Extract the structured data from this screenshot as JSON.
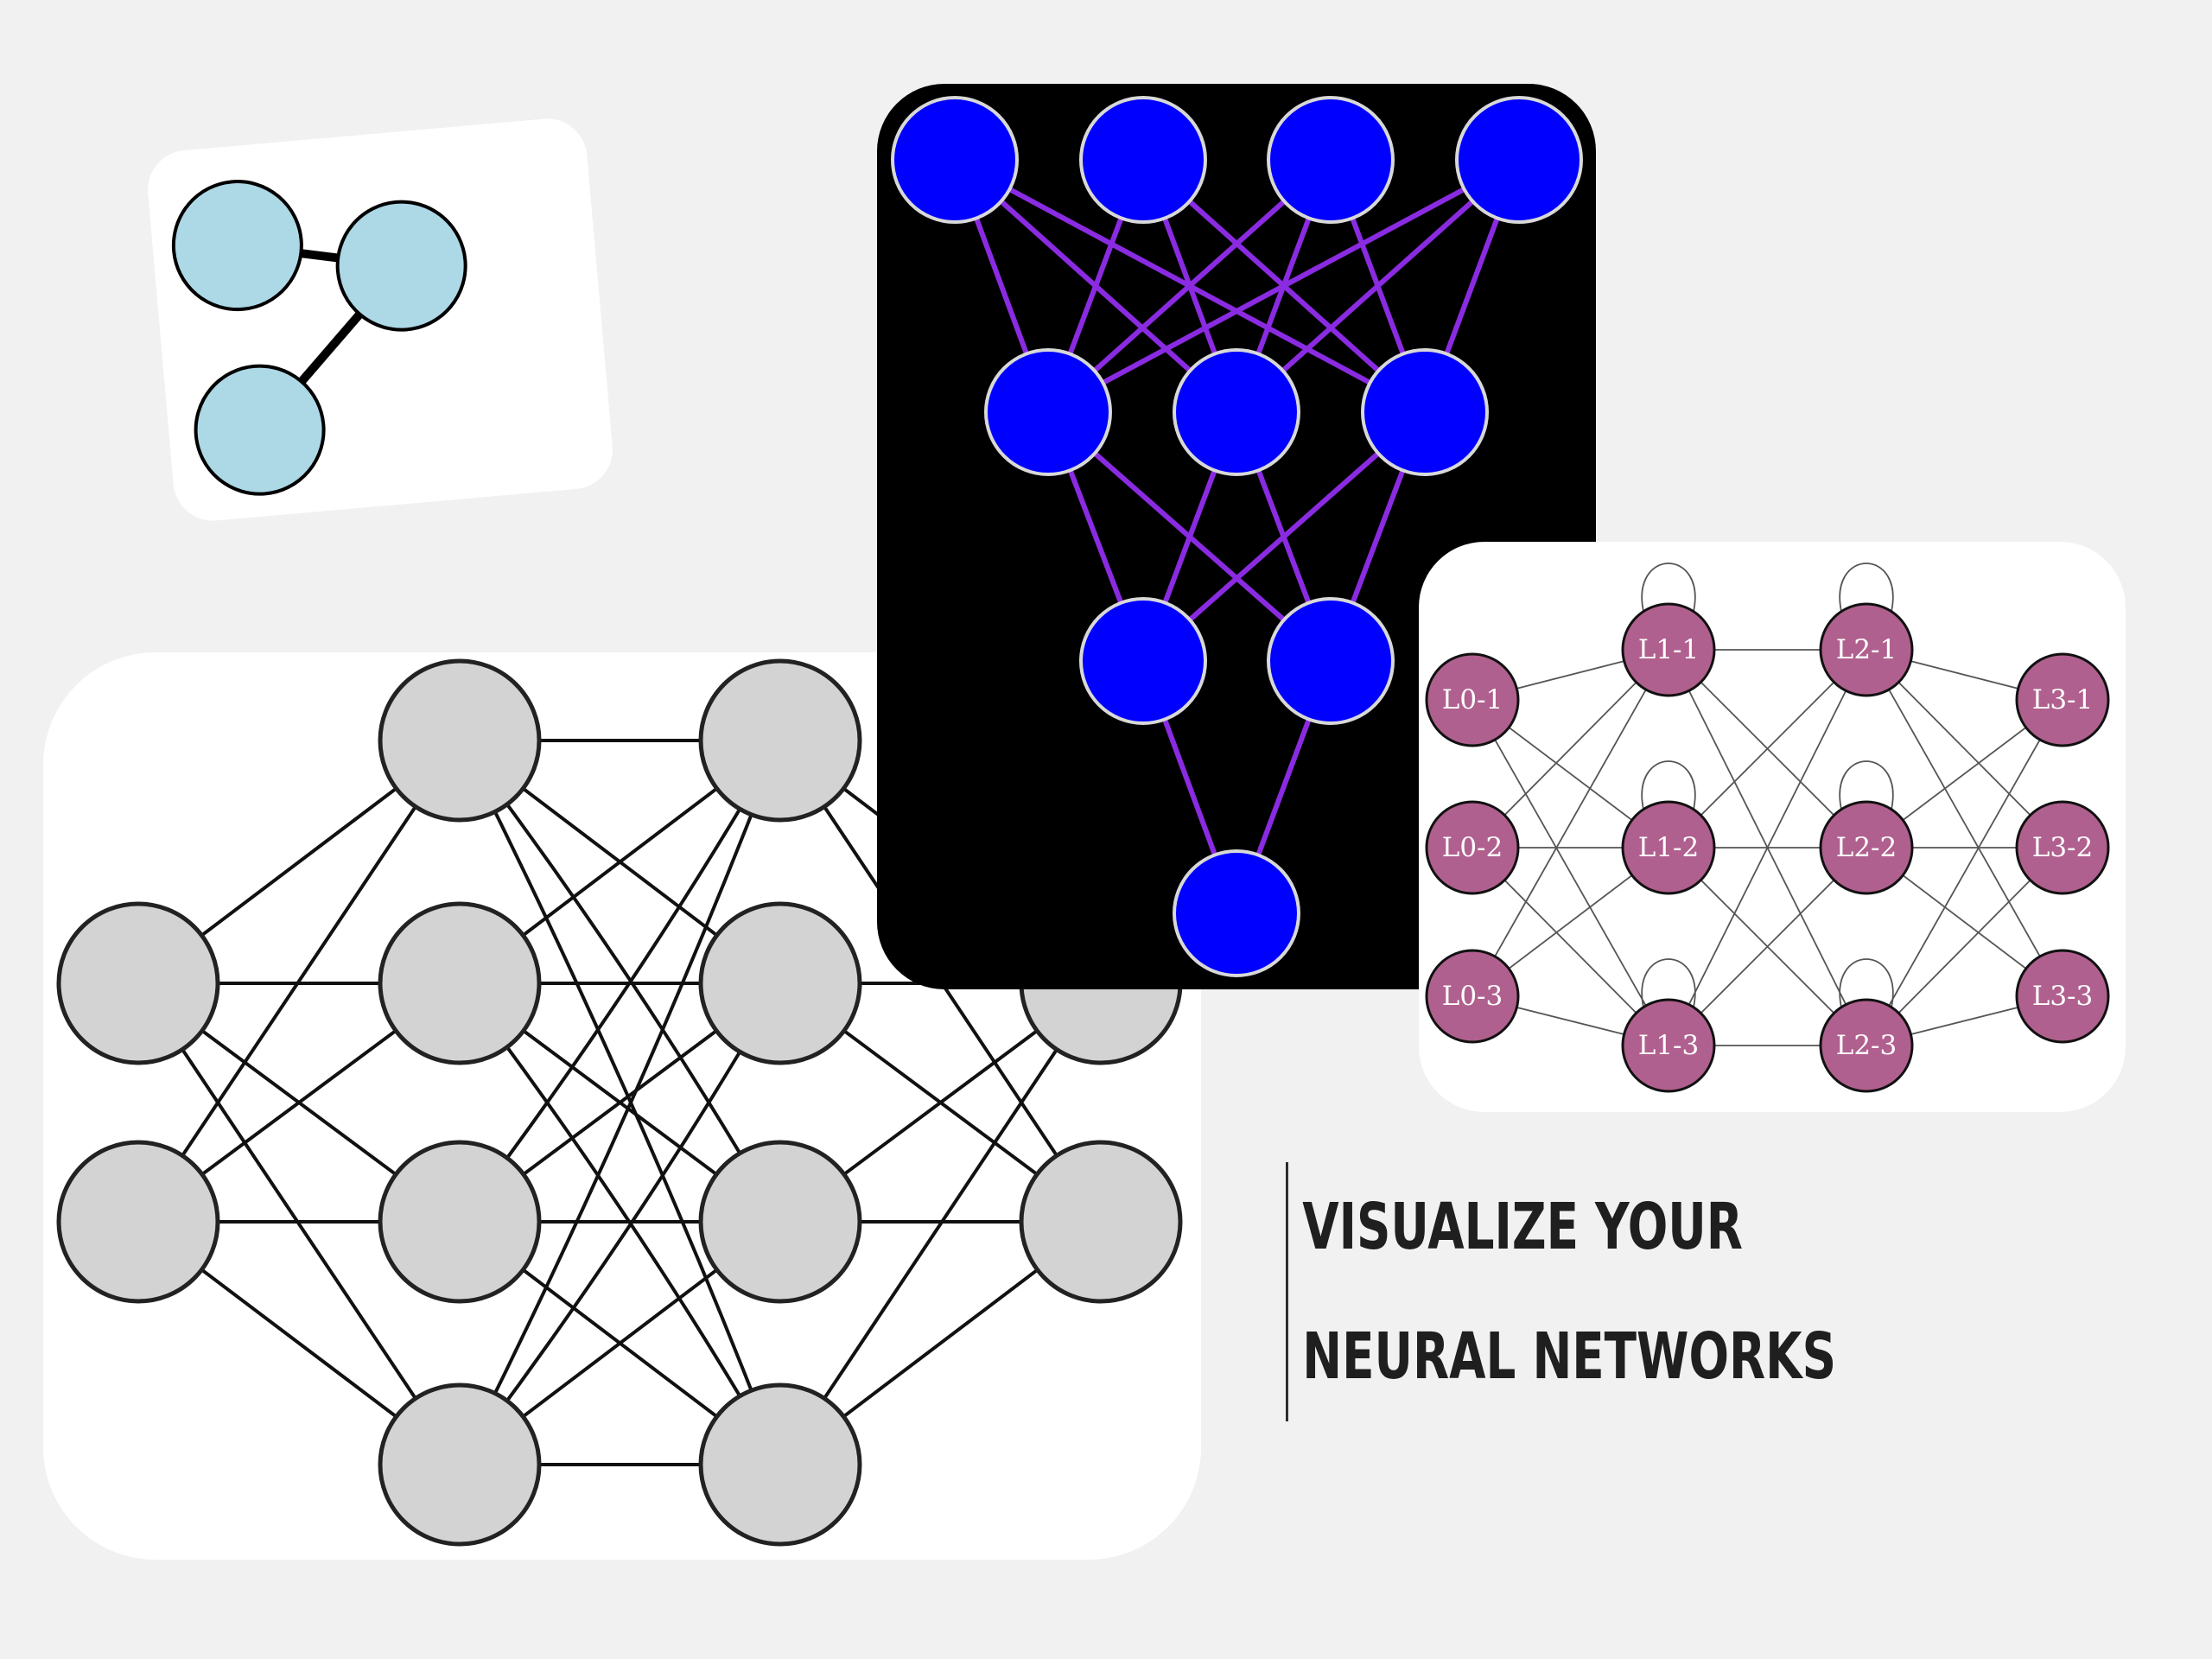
{
  "title": {
    "line1": "VISUALIZE YOUR",
    "line2": "NEURAL NETWORKS"
  },
  "colors": {
    "background": "#f1f1f1",
    "small_graph_node": "#add8e6",
    "gray_node": "#d3d3d3",
    "blue_node": "#0000ff",
    "blue_edge": "#8a2be2",
    "purple_node": "#b0608e"
  },
  "purple_network": {
    "labels": [
      "L0-1",
      "L0-2",
      "L0-3",
      "L1-1",
      "L1-2",
      "L1-3",
      "L2-1",
      "L2-2",
      "L2-3",
      "L3-1",
      "L3-2",
      "L3-3"
    ]
  }
}
